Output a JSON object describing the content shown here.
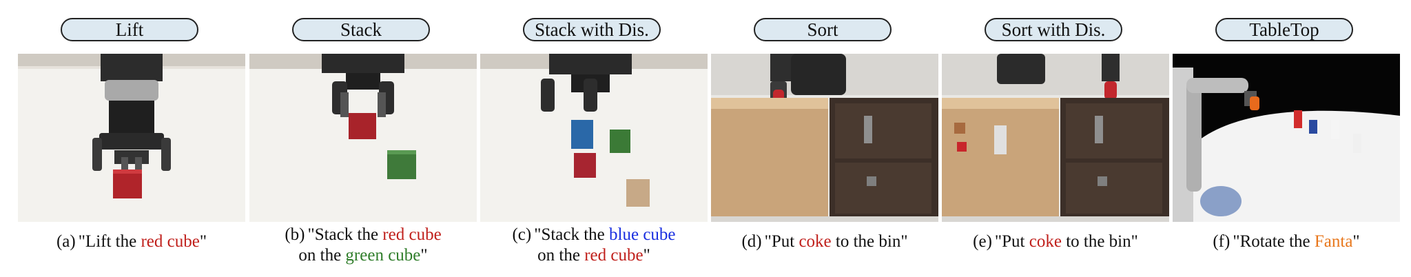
{
  "panels": [
    {
      "title": "Lift",
      "label": "(a)",
      "q1": "\"",
      "t1": "Lift the ",
      "h1": "red cube",
      "t2": "\"",
      "line2": {
        "t1": "",
        "h1": "",
        "t2": ""
      }
    },
    {
      "title": "Stack",
      "label": "(b)",
      "q1": "\"",
      "t1": "Stack the ",
      "h1": "red cube",
      "t2": "",
      "line2": {
        "t1": "on the ",
        "h1": "green cube",
        "t2": "\""
      }
    },
    {
      "title": "Stack with Dis.",
      "label": "(c)",
      "q1": "\"",
      "t1": "Stack the ",
      "h1": "blue cube",
      "t2": "",
      "line2": {
        "t1": "on the ",
        "h1": "red cube",
        "t2": "\""
      }
    },
    {
      "title": "Sort",
      "label": "(d)",
      "q1": "\"",
      "t1": "Put ",
      "h1": "coke",
      "t2": " to the bin\"",
      "line2": {
        "t1": "",
        "h1": "",
        "t2": ""
      }
    },
    {
      "title": "Sort with Dis.",
      "label": "(e)",
      "q1": "\"",
      "t1": "Put ",
      "h1": "coke",
      "t2": " to the bin\"",
      "line2": {
        "t1": "",
        "h1": "",
        "t2": ""
      }
    },
    {
      "title": "TableTop",
      "label": "(f)",
      "q1": "\"",
      "t1": "Rotate the ",
      "h1": "Fanta",
      "t2": "\"",
      "line2": {
        "t1": "",
        "h1": "",
        "t2": ""
      }
    }
  ],
  "colors": {
    "red": "#c0201c",
    "green": "#2f7d2a",
    "blue": "#1a2fe0",
    "orange": "#e8771c",
    "pill_fill": "#dde9f1"
  }
}
